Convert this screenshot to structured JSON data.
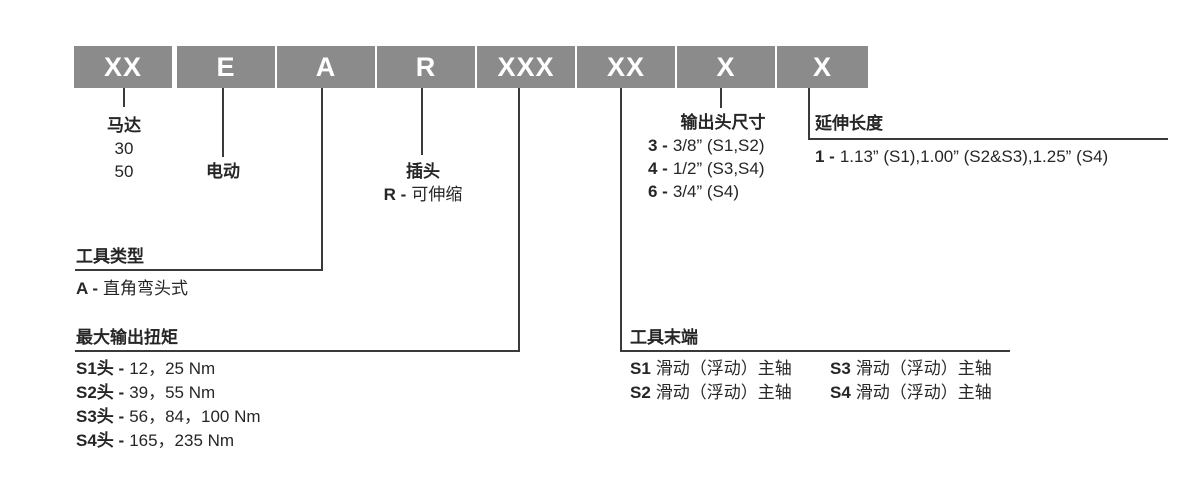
{
  "code_boxes": [
    "XX",
    "E",
    "A",
    "R",
    "XXX",
    "XX",
    "X",
    "X"
  ],
  "callouts": {
    "motor": {
      "title": "马达",
      "options": [
        "30",
        "50"
      ]
    },
    "electric": {
      "title": "电动"
    },
    "plug": {
      "title": "插头",
      "item": {
        "b": "R -",
        "t": "可伸缩"
      }
    },
    "tool_type": {
      "title": "工具类型",
      "item": {
        "b": "A -",
        "t": "直角弯头式"
      }
    },
    "max_torque": {
      "title": "最大输出扭矩",
      "items": [
        {
          "b": "S1头 -",
          "t": "12，25 Nm"
        },
        {
          "b": "S2头 -",
          "t": "39，55 Nm"
        },
        {
          "b": "S3头 -",
          "t": "56，84，100 Nm"
        },
        {
          "b": "S4头 -",
          "t": "165，235 Nm"
        }
      ]
    },
    "head_size": {
      "title": "输出头尺寸",
      "items": [
        {
          "b": "3 -",
          "t": "3/8” (S1,S2)"
        },
        {
          "b": "4 -",
          "t": "1/2” (S3,S4)"
        },
        {
          "b": "6 -",
          "t": "3/4” (S4)"
        }
      ]
    },
    "tool_end": {
      "title": "工具末端",
      "items": [
        {
          "b": "S1",
          "t": "滑动（浮动）主轴"
        },
        {
          "b": "S2",
          "t": "滑动（浮动）主轴"
        },
        {
          "b": "S3",
          "t": "滑动（浮动）主轴"
        },
        {
          "b": "S4",
          "t": "滑动（浮动）主轴"
        }
      ]
    },
    "extension": {
      "title": "延伸长度",
      "item": {
        "b": "1 -",
        "t": "1.13” (S1),1.00” (S2&S3),1.25” (S4)"
      }
    }
  },
  "colors": {
    "box_gray": "#8b8b8b",
    "line": "#3a3a3a",
    "text": "#262626"
  }
}
